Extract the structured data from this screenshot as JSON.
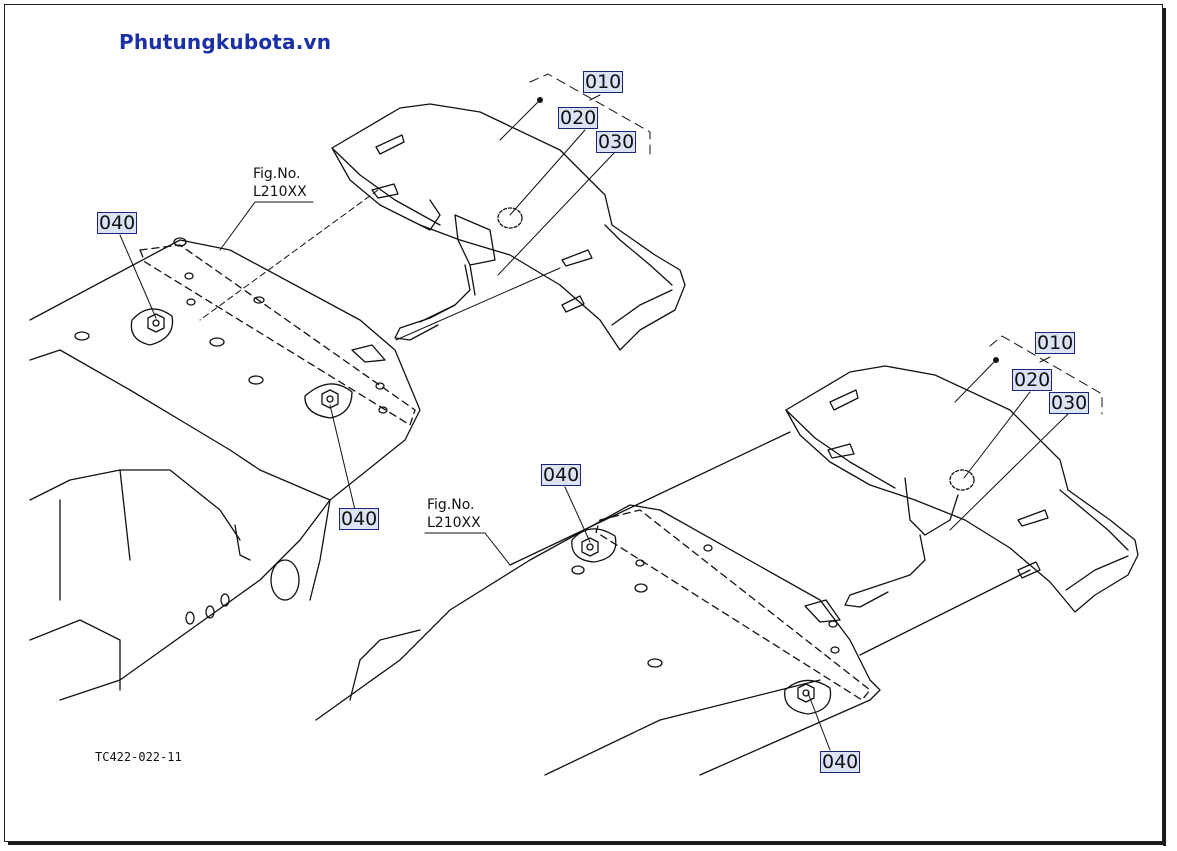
{
  "watermark": "Phutungkubota.vn",
  "drawing_number": "TC422-022-11",
  "figure_refs": [
    {
      "label": "Fig.No.",
      "code": "L210XX"
    },
    {
      "label": "Fig.No.",
      "code": "L210XX"
    }
  ],
  "callouts": {
    "left_010": "010",
    "left_020": "020",
    "left_030": "030",
    "left_040_top": "040",
    "left_040_bottom": "040",
    "right_010": "010",
    "right_020": "020",
    "right_030": "030",
    "right_040_top": "040",
    "right_040_bottom": "040"
  },
  "colors": {
    "callout_fill": "#dbe3f5",
    "callout_border": "#1a237e",
    "watermark": "#1b2fa6",
    "line": "#111111"
  }
}
